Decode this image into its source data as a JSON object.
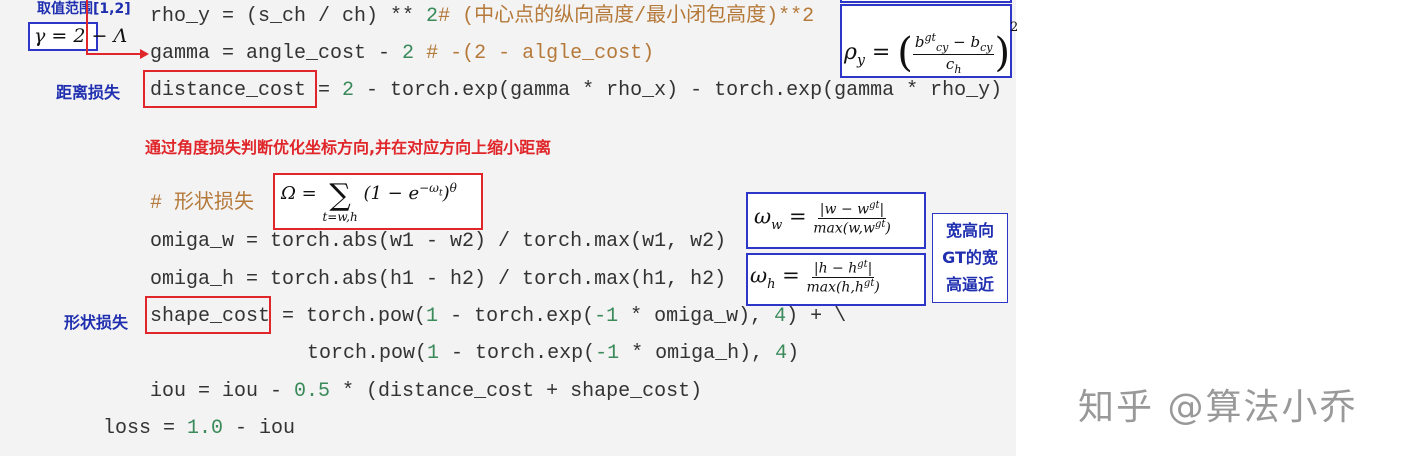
{
  "code_lines": [
    [
      {
        "t": "rho_y = (s_ch / ch) ** ",
        "c": ""
      },
      {
        "t": "2",
        "c": "num"
      },
      {
        "t": "# (中心点的纵向高度/最小闭包高度)**2",
        "c": "cmt"
      }
    ],
    [
      {
        "t": "gamma = angle_cost - ",
        "c": ""
      },
      {
        "t": "2",
        "c": "num"
      },
      {
        "t": " # -(2 - algle_cost)",
        "c": "cmt"
      }
    ],
    [
      {
        "t": "distance_cost = ",
        "c": ""
      },
      {
        "t": "2",
        "c": "num"
      },
      {
        "t": " - torch.exp(gamma * rho_x) - torch.exp(gamma * rho_y)",
        "c": ""
      }
    ],
    [
      {
        "t": "# 形状损失",
        "c": "cmt"
      }
    ],
    [
      {
        "t": "omiga_w = torch.abs(w1 - w2) / torch.max(w1, w2)",
        "c": ""
      }
    ],
    [
      {
        "t": "omiga_h = torch.abs(h1 - h2) / torch.max(h1, h2)",
        "c": ""
      }
    ],
    [
      {
        "t": "shape_cost = torch.pow(",
        "c": ""
      },
      {
        "t": "1",
        "c": "num"
      },
      {
        "t": " - torch.exp(",
        "c": ""
      },
      {
        "t": "-1",
        "c": "num"
      },
      {
        "t": " * omiga_w), ",
        "c": ""
      },
      {
        "t": "4",
        "c": "num"
      },
      {
        "t": ") + \\",
        "c": ""
      }
    ],
    [
      {
        "t": "torch.pow(",
        "c": ""
      },
      {
        "t": "1",
        "c": "num"
      },
      {
        "t": " - torch.exp(",
        "c": ""
      },
      {
        "t": "-1",
        "c": "num"
      },
      {
        "t": " * omiga_h), ",
        "c": ""
      },
      {
        "t": "4",
        "c": "num"
      },
      {
        "t": ")",
        "c": ""
      }
    ],
    [
      {
        "t": "iou = iou - ",
        "c": ""
      },
      {
        "t": "0.5",
        "c": "num"
      },
      {
        "t": " * (distance_cost + shape_cost)",
        "c": ""
      }
    ],
    [
      {
        "t": "loss = ",
        "c": ""
      },
      {
        "t": "1.0",
        "c": "num"
      },
      {
        "t": " - iou",
        "c": ""
      }
    ]
  ],
  "annotations": {
    "range_label": "取值范围[1,2]",
    "gamma_formula": "γ = 2 − Λ",
    "distance_loss": "距离损失",
    "shape_loss": "形状损失",
    "note": "通过角度损失判断优化坐标方向,并在对应方向上缩小距离",
    "wh_note": [
      "宽高向",
      "GT的宽",
      "高逼近"
    ]
  },
  "formulas": {
    "rho_y": {
      "lhs": "ρ",
      "lhs_sub": "y",
      "num": "b",
      "num_sup": "gt",
      "num_sub": "cy",
      "minus": " − b",
      "minus_sub": "cy",
      "den": "c",
      "den_sub": "h",
      "power": "2"
    },
    "omega": {
      "lhs": "Ω = ",
      "sum": "∑",
      "sum_sub": "t=w,h",
      "body": "(1 − e",
      "exp": "−ω",
      "exp_sub": "t",
      "close": ")",
      "power": "θ"
    },
    "omega_w": {
      "lhs": "ω",
      "lhs_sub": "w",
      "num": "|w − w",
      "num_sup": "gt",
      "num_end": "|",
      "den": "max(w,w",
      "den_sup": "gt",
      "den_end": ")"
    },
    "omega_h": {
      "lhs": "ω",
      "lhs_sub": "h",
      "num": "|h − h",
      "num_sup": "gt",
      "num_end": "|",
      "den": "max(h,h",
      "den_sup": "gt",
      "den_end": ")"
    }
  },
  "watermark": "知乎 @算法小乔",
  "colors": {
    "annotation_blue": "#1f2fb0",
    "highlight_red": "#e0262a",
    "comment": "#b5793a",
    "number": "#3a8a5a"
  }
}
